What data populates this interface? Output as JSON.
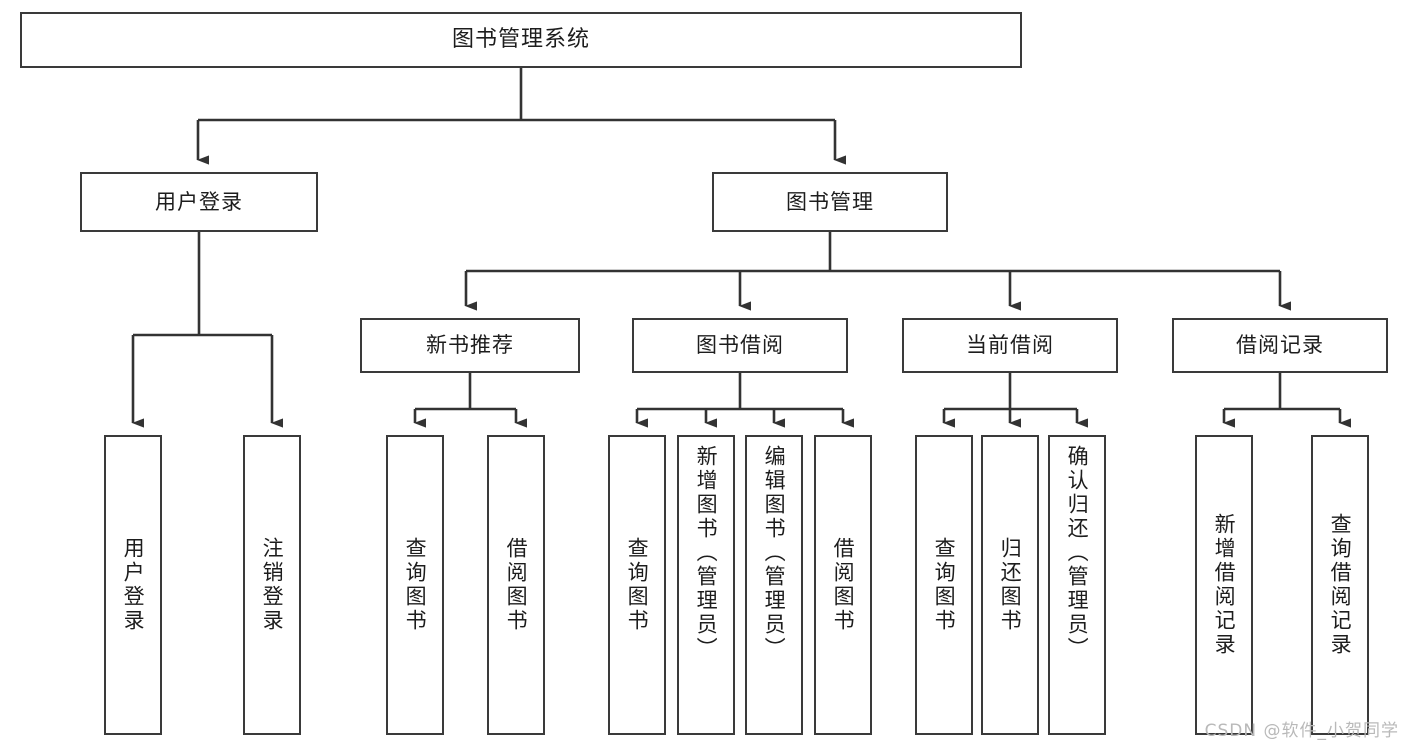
{
  "diagram": {
    "type": "tree-hierarchy",
    "title": "图书管理系统",
    "root": {
      "label": "图书管理系统"
    },
    "level2": [
      {
        "id": "user-login",
        "label": "用户登录"
      },
      {
        "id": "book-management",
        "label": "图书管理"
      }
    ],
    "level3": [
      {
        "id": "new-book-recommend",
        "label": "新书推荐"
      },
      {
        "id": "book-borrow",
        "label": "图书借阅"
      },
      {
        "id": "current-borrow",
        "label": "当前借阅"
      },
      {
        "id": "borrow-record",
        "label": "借阅记录"
      }
    ],
    "leaves": [
      {
        "id": "leaf-user-login",
        "label": "用户登录",
        "parent": "user-login"
      },
      {
        "id": "leaf-logout-login",
        "label": "注销登录",
        "parent": "user-login"
      },
      {
        "id": "leaf-query-book-1",
        "label": "查询图书",
        "parent": "new-book-recommend"
      },
      {
        "id": "leaf-borrow-book-1",
        "label": "借阅图书",
        "parent": "new-book-recommend"
      },
      {
        "id": "leaf-query-book-2",
        "label": "查询图书",
        "parent": "book-borrow"
      },
      {
        "id": "leaf-add-book",
        "label": "新增图书（管理员）",
        "parent": "book-borrow"
      },
      {
        "id": "leaf-edit-book",
        "label": "编辑图书（管理员）",
        "parent": "book-borrow"
      },
      {
        "id": "leaf-borrow-book-2",
        "label": "借阅图书",
        "parent": "book-borrow"
      },
      {
        "id": "leaf-query-book-3",
        "label": "查询图书",
        "parent": "current-borrow"
      },
      {
        "id": "leaf-return-book",
        "label": "归还图书",
        "parent": "current-borrow"
      },
      {
        "id": "leaf-confirm-return",
        "label": "确认归还（管理员）",
        "parent": "current-borrow"
      },
      {
        "id": "leaf-add-record",
        "label": "新增借阅记录",
        "parent": "borrow-record"
      },
      {
        "id": "leaf-query-record",
        "label": "查询借阅记录",
        "parent": "borrow-record"
      }
    ]
  },
  "watermark": {
    "text": "CSDN @软件_小贺同学"
  },
  "colors": {
    "border": "#3a3a3a",
    "text": "#1d1d1d",
    "background": "#ffffff",
    "watermark": "#b9b9b9"
  }
}
